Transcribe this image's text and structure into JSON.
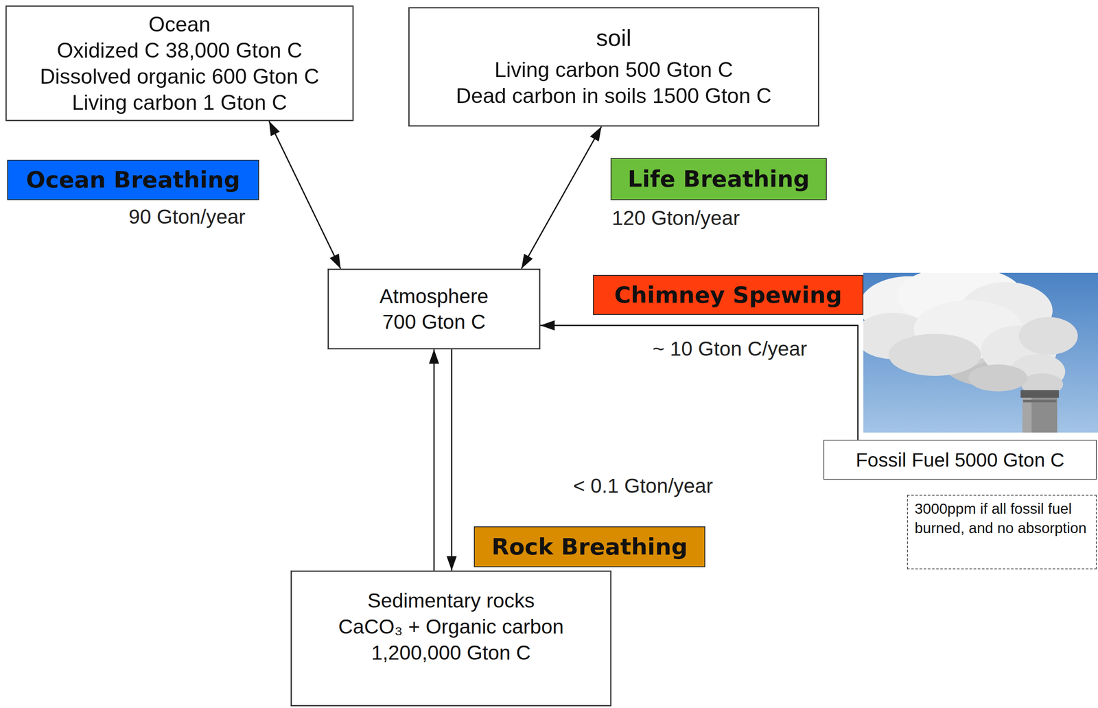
{
  "diagram": {
    "nodes": [
      {
        "text": [
          "Ocean",
          "Oxidized C 38,000 Gton C",
          "Dissolved organic 600 Gton C",
          "Living carbon 1 Gton C"
        ]
      },
      {
        "text": [
          "soil",
          "Living carbon 500 Gton C",
          "Dead carbon in soils 1500 Gton C"
        ]
      },
      {
        "text": [
          "Ocean Breathing"
        ]
      },
      {
        "text": [
          "Life Breathing"
        ]
      },
      {
        "text": [
          "Atmosphere",
          "700 Gton C"
        ]
      },
      {
        "text": [
          "Chimney Spewing"
        ]
      },
      {
        "text": [
          "Fossil Fuel 5000 Gton C"
        ]
      },
      {
        "text": [
          "3000ppm if all fossil fuel burned, and no absorption"
        ]
      },
      {
        "text": [
          "Rock Breathing"
        ]
      },
      {
        "text": [
          "Sedimentary rocks",
          "CaCO₃ + Organic carbon",
          "1,200,000 Gton C"
        ]
      }
    ],
    "edges": [
      {
        "from": 0,
        "to": 4,
        "label": "90 Gton/year",
        "arrow": "both"
      },
      {
        "from": 1,
        "to": 4,
        "label": "120 Gton/year",
        "arrow": "both"
      },
      {
        "from": 6,
        "to": 4,
        "label": "~ 10 Gton C/year",
        "arrow": "to"
      },
      {
        "from": 9,
        "to": 4,
        "arrow": "to"
      },
      {
        "from": 4,
        "to": 9,
        "label": "< 0.1 Gton/year",
        "arrow": "to"
      }
    ]
  }
}
